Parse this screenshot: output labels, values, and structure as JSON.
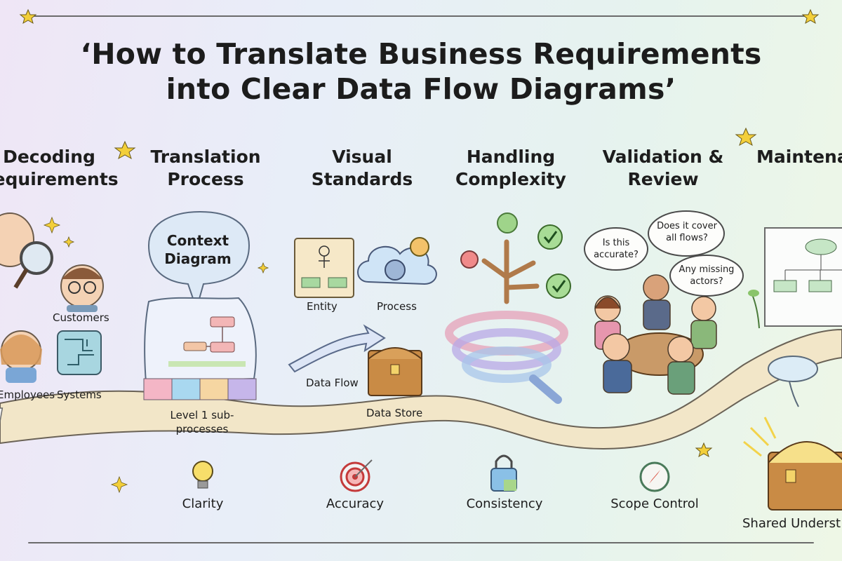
{
  "title": "‘How to Translate Business Requirements into Clear Data Flow Diagrams’",
  "stages": [
    {
      "heading": "Decoding Requirements"
    },
    {
      "heading": "Translation Process"
    },
    {
      "heading": "Visual Standards"
    },
    {
      "heading": "Handling Complexity"
    },
    {
      "heading": "Validation & Review"
    },
    {
      "heading": "Maintena"
    }
  ],
  "decoding": {
    "customers": "Customers",
    "employees": "Employees",
    "systems": "Systems"
  },
  "translation": {
    "context_diagram": "Context Diagram",
    "level1": "Level 1 sub-processes"
  },
  "visual": {
    "entity": "Entity",
    "process": "Process",
    "data_flow": "Data Flow",
    "data_store": "Data Store"
  },
  "review": {
    "bubble1": "Is this accurate?",
    "bubble2": "Does it cover all flows?",
    "bubble3": "Any missing actors?"
  },
  "maintenance": {
    "shared": "Shared Underst"
  },
  "principles": [
    {
      "label": "Clarity",
      "icon": "lightbulb-icon"
    },
    {
      "label": "Accuracy",
      "icon": "target-icon"
    },
    {
      "label": "Consistency",
      "icon": "padlock-puzzle-icon"
    },
    {
      "label": "Scope Control",
      "icon": "compass-icon"
    }
  ],
  "colors": {
    "path": "#f2e6c8",
    "path_edge": "#6a6256",
    "star": "#f3cf3a",
    "check": "#6abf5a"
  }
}
